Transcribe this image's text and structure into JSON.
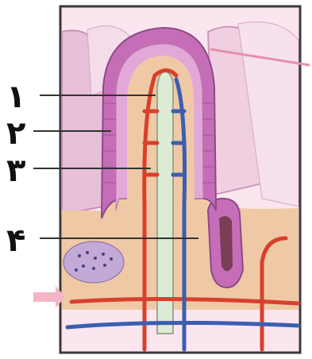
{
  "labels": [
    {
      "id": "1",
      "text": "۱"
    },
    {
      "id": "2",
      "text": "۲"
    },
    {
      "id": "3",
      "text": "۳"
    },
    {
      "id": "4",
      "text": "۴"
    }
  ],
  "colors": {
    "background": "#ffffff",
    "lamina": "#efc9a6",
    "epithelium": "#c66db8",
    "epithelium_light": "#e2a9d8",
    "lumen": "#f2d7e7",
    "artery": "#d8402c",
    "vein": "#3a5fb0",
    "lacteal": "#dcebd4",
    "frame": "#3a3a3a"
  }
}
